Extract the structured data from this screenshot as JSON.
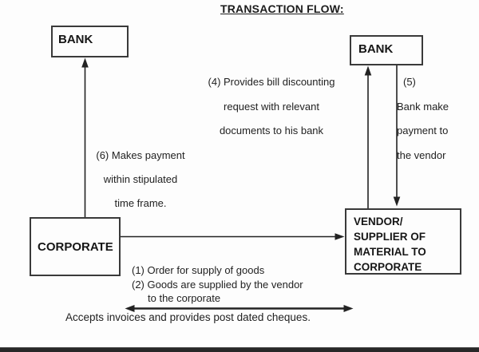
{
  "title": "TRANSACTION FLOW:",
  "boxes": {
    "bank_left": {
      "label": "BANK"
    },
    "bank_right": {
      "label": "BANK"
    },
    "corporate": {
      "label": "CORPORATE"
    },
    "vendor": {
      "lines": [
        "VENDOR/",
        "SUPPLIER OF",
        "MATERIAL TO",
        "CORPORATE"
      ]
    }
  },
  "annotations": {
    "step4": {
      "lines": [
        "(4) Provides bill discounting",
        "request with relevant",
        "documents to his bank"
      ]
    },
    "step5": {
      "lines": [
        "(5)",
        "Bank make",
        "payment to",
        "the vendor"
      ]
    },
    "step6": {
      "lines": [
        "(6)  Makes payment",
        "within stipulated",
        "time frame."
      ]
    },
    "step1": "(1) Order for supply of goods",
    "step2": "(2) Goods are supplied by the vendor",
    "step2_cont": "to the corporate",
    "step3": "Accepts invoices and provides post dated cheques."
  },
  "arrows": [
    {
      "name": "corporate-to-bank-left",
      "direction": "up"
    },
    {
      "name": "vendor-to-bank-right",
      "direction": "up"
    },
    {
      "name": "bank-right-to-vendor",
      "direction": "down"
    },
    {
      "name": "corporate-to-vendor",
      "direction": "right"
    },
    {
      "name": "corporate-vendor-exchange",
      "direction": "both"
    }
  ],
  "colors": {
    "background": "#fdfdfd",
    "line": "#232323",
    "border": "#3a3a3a",
    "text": "#1f1f1f",
    "bottom_bar": "#282828"
  }
}
